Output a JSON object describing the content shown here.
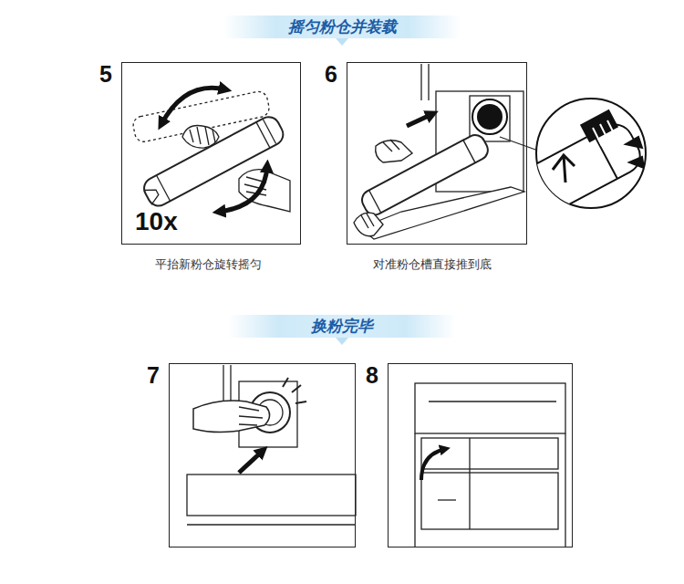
{
  "diagram": {
    "nodes": [
      {
        "text": [
          "摇匀粉仓并装载"
        ]
      },
      {
        "text": [
          "5",
          "10x"
        ]
      },
      {
        "text": [
          "6"
        ]
      },
      {
        "text": [
          "换粉完毕"
        ]
      },
      {
        "text": [
          "7"
        ]
      },
      {
        "text": [
          "8"
        ]
      }
    ],
    "labels": [
      "平抬新粉仓旋转摇匀",
      "对准粉仓槽直接推到底"
    ]
  }
}
